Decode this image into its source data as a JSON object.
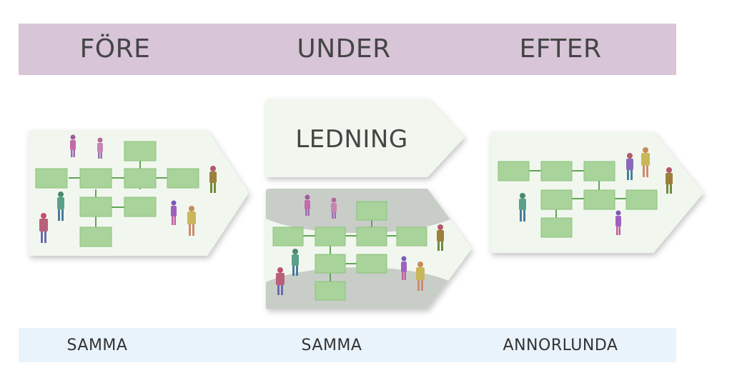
{
  "header": {
    "col1": "FÖRE",
    "col2": "UNDER",
    "col3": "EFTER"
  },
  "middle": {
    "ledning_label": "LEDNING"
  },
  "footer": {
    "col1": "SAMMA",
    "col2": "SAMMA",
    "col3": "ANNORLUNDA"
  },
  "colors": {
    "header_band": "#d8c5d8",
    "footer_band": "#e9f3fb",
    "panel_fill": "#f1f7ee",
    "box_fill": "#a8d39a",
    "connector": "#5fa657",
    "change_overlay": "#9a9a9a"
  },
  "icons": {
    "person": "person-figure-icon",
    "org_box": "org-chart-box"
  }
}
